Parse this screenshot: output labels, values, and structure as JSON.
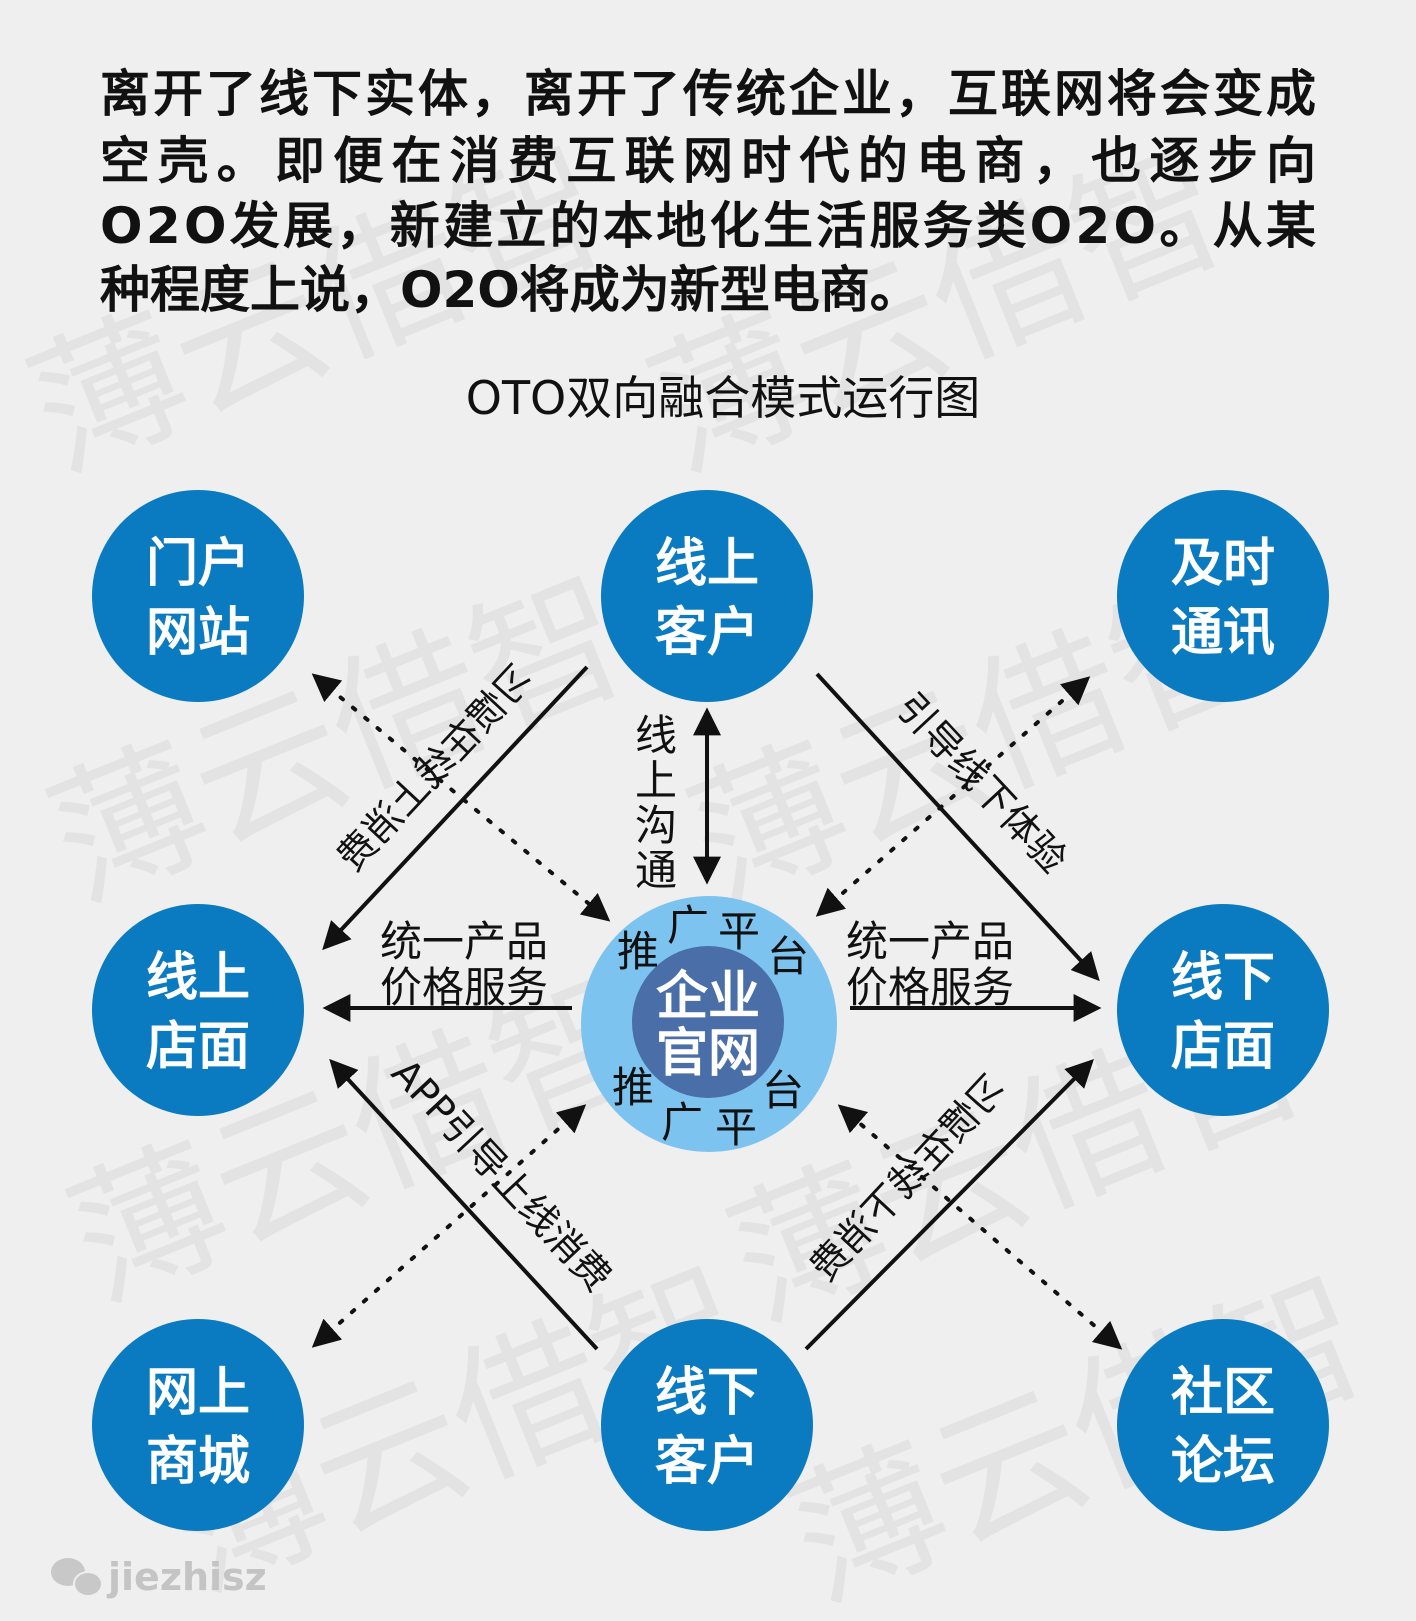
{
  "intro": {
    "lines": [
      "离开了线下实体，离开了传统企业，互联网将会变成",
      "空壳。即便在消费互联网时代的电商，也逐步向",
      "O2O发展，新建立的本地化生活服务类O2O。从某",
      "种程度上说，O2O将成为新型电商。"
    ]
  },
  "diagram": {
    "title": "OTO双向融合模式运行图",
    "nodes": {
      "portal": [
        "门户",
        "网站"
      ],
      "online_customer": [
        "线上",
        "客户"
      ],
      "instant_message": [
        "及时",
        "通讯"
      ],
      "online_store": [
        "线上",
        "店面"
      ],
      "offline_store": [
        "线下",
        "店面"
      ],
      "online_mall": [
        "网上",
        "商城"
      ],
      "offline_customer": [
        "线下",
        "客户"
      ],
      "community_forum": [
        "社区",
        "论坛"
      ]
    },
    "center": {
      "lines": [
        "企业",
        "官网"
      ],
      "ring_chars": [
        "推",
        "广",
        "平",
        "台"
      ]
    },
    "labels": {
      "online_communication": [
        "线",
        "上",
        "沟",
        "通"
      ],
      "unified_left": [
        "统一产品",
        "价格服务"
      ],
      "unified_right": [
        "统一产品",
        "价格服务"
      ],
      "habit_online": "习惯在线上消费",
      "guide_offline": "引导线下体验",
      "app_guide": "APP引导上线消费",
      "habit_offline": "习惯在线下消费"
    },
    "colors": {
      "node": "#0a7bc1",
      "center_outer": "#7cc4ef",
      "center_inner": "#4a6ea8",
      "background": "#efefef"
    }
  },
  "watermark": "薄云借智",
  "footer": {
    "icon": "wechat-icon",
    "account": "jiezhisz"
  }
}
